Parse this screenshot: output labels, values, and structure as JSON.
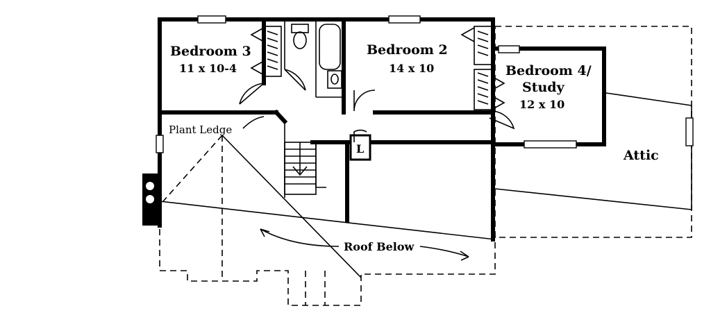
{
  "rooms": [
    {
      "id": "bedroom3",
      "name": "Bedroom 3",
      "dims": "11 x 10-4"
    },
    {
      "id": "bedroom2",
      "name": "Bedroom 2",
      "dims": "14 x 10"
    },
    {
      "id": "bedroom4",
      "name_line1": "Bedroom 4/",
      "name_line2": "Study",
      "dims": "12 x 10"
    }
  ],
  "labels": {
    "attic": "Attic",
    "plant_ledge": "Plant Ledge",
    "roof_below": "Roof Below",
    "linen": "L"
  }
}
